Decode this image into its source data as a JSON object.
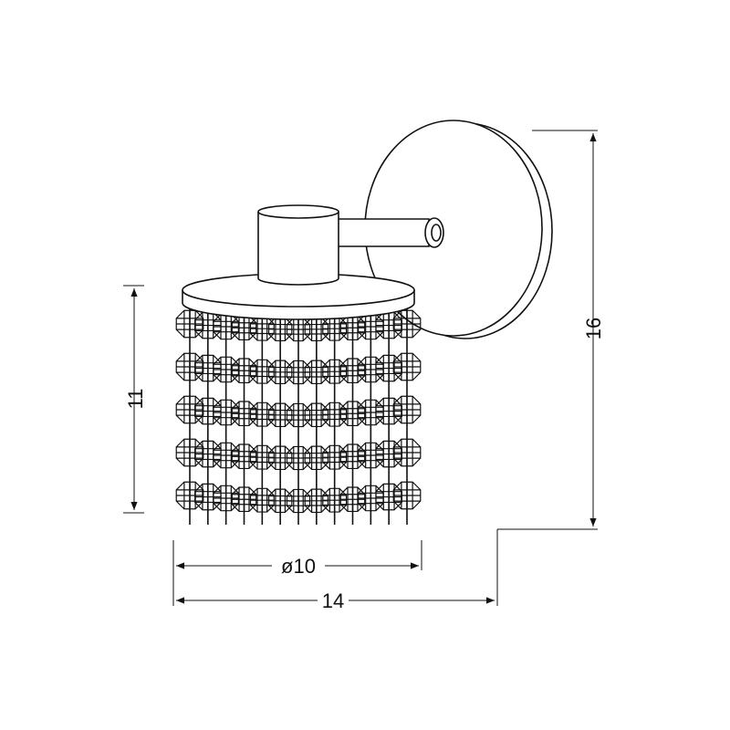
{
  "dimensions": {
    "total_height": "16",
    "shade_height": "11",
    "shade_diameter": "ø10",
    "total_depth": "14"
  },
  "colors": {
    "line": "#111111",
    "background": "#ffffff"
  },
  "crystal_rows": 5,
  "crystal_columns": 13
}
